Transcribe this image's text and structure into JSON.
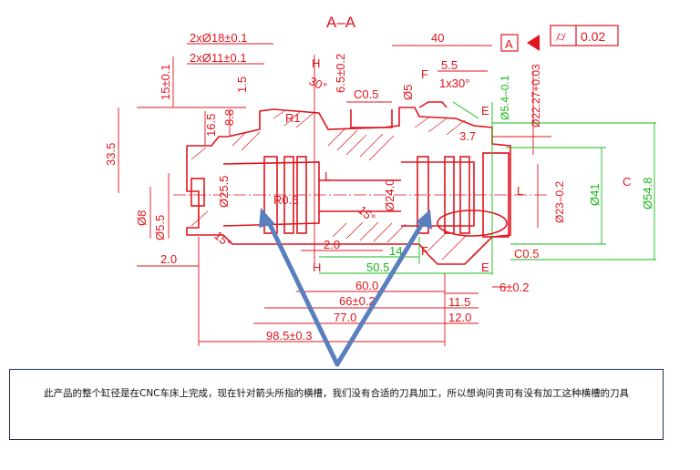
{
  "section_title": "A–A",
  "datum": "A",
  "tolerance_frame": {
    "symbol": "⌭",
    "value": "0.02"
  },
  "labels": {
    "d1": "2xØ18±0.1",
    "d2": "2xØ11±0.1",
    "d3": "15±0.1",
    "d4": "1.5",
    "d5": "H",
    "d6": "30°",
    "d7": "6.5±0.2",
    "d8": "C0.5",
    "d9": "Ø5",
    "d10": "40",
    "d11": "F",
    "d12": "5.5",
    "d13": "1x30°",
    "d14": "Ø5.4–0.1",
    "d15": "Ø22.27+0.03",
    "d16": "E",
    "d17": "R1",
    "d18": "16.5",
    "d19": "8.8",
    "d20": "33.5",
    "d21": "3.7",
    "d22": "Ø25.5",
    "d23": "R0.5",
    "d24": "Ø24.0",
    "d25": "15°",
    "d26": "Ø23–0.2",
    "d27": "Ø41",
    "d28": "Ø54.8",
    "d29": "C",
    "d30": "Ø8",
    "d31": "Ø5.5",
    "d32": "15°",
    "d33": "2.0",
    "d34": "2.0",
    "d35": "14",
    "d36": "F",
    "d37": "C0.5",
    "d38": "50.5",
    "d39": "H",
    "d40": "E",
    "d41": "60.0",
    "d42": "6±0.2",
    "d43": "66±0.2",
    "d44": "11.5",
    "d45": "77.0",
    "d46": "12.0",
    "d47": "98.5±0.3",
    "d48": "L",
    "d49": "L"
  },
  "note": "此产品的整个缸径是在CNC车床上完成，现在针对箭头所指的横槽，我们没有合适的刀具加工，所以想询问贵司有没有加工这种横槽的刀具",
  "colors": {
    "outline": "#e0141e",
    "dimension_green": "#18b818",
    "arrow": "#5a7fbf",
    "text": "#111111"
  }
}
